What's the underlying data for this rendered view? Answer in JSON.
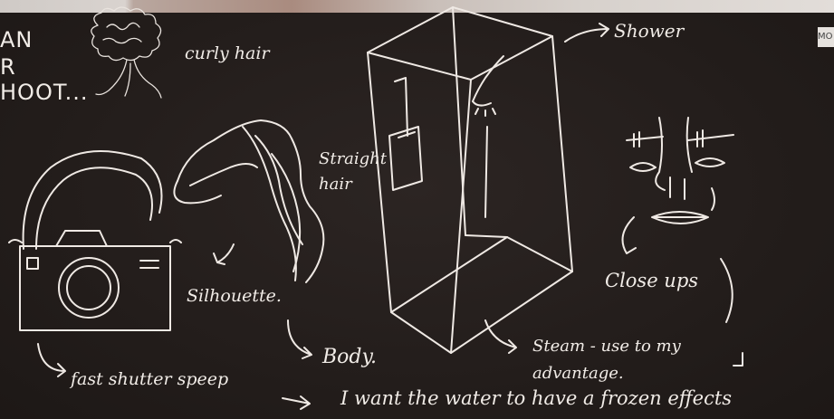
{
  "top_left_heading": [
    "AN",
    "R",
    "HOOT..."
  ],
  "labels": {
    "curly_hair": "curly hair",
    "shower": "Shower",
    "straight_hair": "Straight hair",
    "silhouette": "Silhouette.",
    "body": "Body.",
    "close_ups": "Close ups",
    "fast_shutter": "fast shutter speep",
    "steam": "Steam - use to my advantage.",
    "frozen": "I want the water to have a frozen effects"
  },
  "edge_label": "MO",
  "colors": {
    "chalkboard": "#231d1b",
    "chalk": "#efe9e4"
  }
}
